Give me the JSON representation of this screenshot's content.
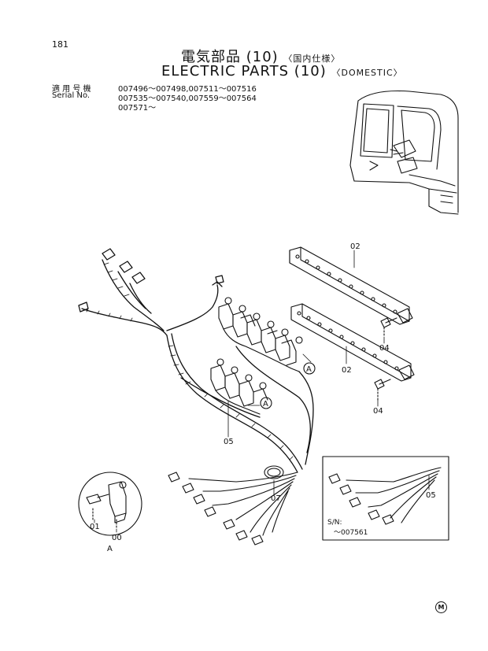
{
  "header": {
    "page_number": "181",
    "title_jp": "電気部品 (10)",
    "title_jp_suffix": "〈国内仕様〉",
    "title_en": "ELECTRIC PARTS (10)",
    "title_en_suffix": "〈DOMESTIC〉"
  },
  "serial": {
    "label_jp": "適 用 号 機",
    "label_en": "Serial No.",
    "line_1": "007496～007498,007511～007516",
    "line_2": "007535～007540,007559～007564",
    "line_3": "007571～"
  },
  "callouts": {
    "c02_top": "02",
    "c02_bottom": "02",
    "c04_top": "04",
    "c04_bottom": "04",
    "c05_main": "05",
    "c05_inset": "05",
    "c07": "07",
    "c01": "01",
    "c00": "00",
    "ref_a1": "A",
    "ref_a2": "A",
    "detail_a": "A"
  },
  "inset": {
    "sn_label": "S/N:",
    "sn_range": "～007561"
  },
  "footer": {
    "mark": "M"
  }
}
